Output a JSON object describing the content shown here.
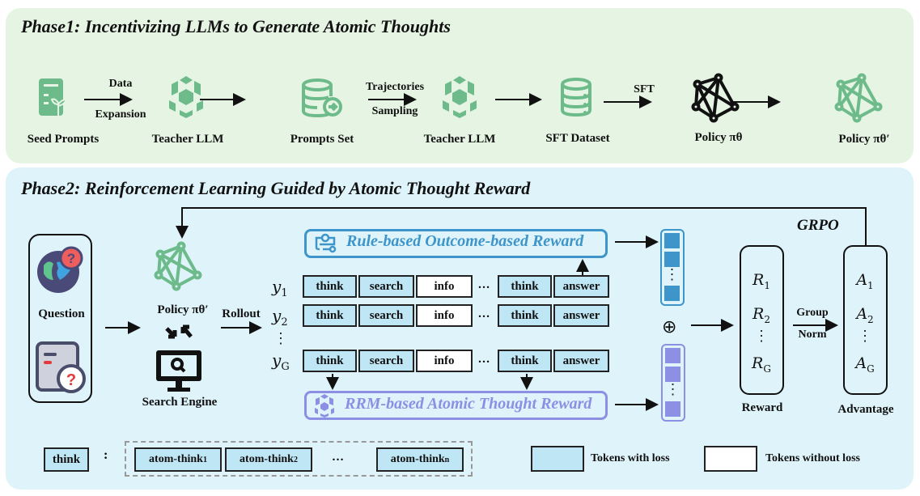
{
  "phase1": {
    "title": "Phase1: Incentivizing LLMs to Generate Atomic Thoughts",
    "nodes": [
      {
        "label": "Seed Prompts",
        "icon": "seed-document-icon"
      },
      {
        "label": "Teacher LLM",
        "icon": "cube-cluster-icon"
      },
      {
        "label": "Prompts Set",
        "icon": "database-export-icon"
      },
      {
        "label": "Teacher LLM",
        "icon": "cube-cluster-icon"
      },
      {
        "label": "SFT Dataset",
        "icon": "database-icon"
      },
      {
        "label": "Policy πθ",
        "icon": "network-icon"
      },
      {
        "label": "Policy πθ′",
        "icon": "network-icon"
      }
    ],
    "edges": [
      {
        "top": "Data",
        "bottom": "Expansion"
      },
      {
        "top": "",
        "bottom": ""
      },
      {
        "top": "Trajectories",
        "bottom": "Sampling"
      },
      {
        "top": "",
        "bottom": ""
      },
      {
        "top": "SFT",
        "bottom": ""
      },
      {
        "top": "",
        "bottom": ""
      }
    ]
  },
  "phase2": {
    "title": "Phase2: Reinforcement Learning Guided by Atomic Thought Reward",
    "question_label": "Question",
    "policy_label": "Policy πθ′",
    "search_engine_label": "Search Engine",
    "rollout_label": "Rollout",
    "grpo_label": "GRPO",
    "rule_reward_label": "Rule-based Outcome-based Reward",
    "rrm_reward_label": "RRM-based Atomic Thought Reward",
    "rows": [
      {
        "y": "y",
        "sub": "1",
        "tokens": [
          "think",
          "search",
          "info",
          "…",
          "think",
          "answer"
        ]
      },
      {
        "y": "y",
        "sub": "2",
        "tokens": [
          "think",
          "search",
          "info",
          "…",
          "think",
          "answer"
        ]
      },
      {
        "y": "y",
        "sub": "G",
        "tokens": [
          "think",
          "search",
          "info",
          "…",
          "think",
          "answer"
        ]
      }
    ],
    "vdots": "⋮",
    "plus": "⊕",
    "reward": {
      "label": "Reward",
      "items": [
        {
          "v": "R",
          "s": "1"
        },
        {
          "v": "R",
          "s": "2"
        },
        {
          "v": "R",
          "s": "G"
        }
      ]
    },
    "advantage": {
      "label": "Advantage",
      "items": [
        {
          "v": "A",
          "s": "1"
        },
        {
          "v": "A",
          "s": "2"
        },
        {
          "v": "A",
          "s": "G"
        }
      ]
    },
    "group_norm_top": "Group",
    "group_norm_bottom": "Norm"
  },
  "legend": {
    "think": "think",
    "colon": ":",
    "atoms": [
      {
        "t": "atom-think",
        "s": "1"
      },
      {
        "t": "atom-think",
        "s": "2"
      },
      {
        "t": "atom-think",
        "s": "n"
      }
    ],
    "ellipsis": "…",
    "with_loss": "Tokens with loss",
    "without_loss": "Tokens without loss"
  },
  "colors": {
    "green_icon": "#6dbb8a",
    "phase1_bg": "#e6f5e3",
    "phase2_bg": "#def3fa",
    "token_loss": "#bfe6f5",
    "rule_blue": "#3d95c9",
    "rrm_purple": "#8c8fe3"
  }
}
